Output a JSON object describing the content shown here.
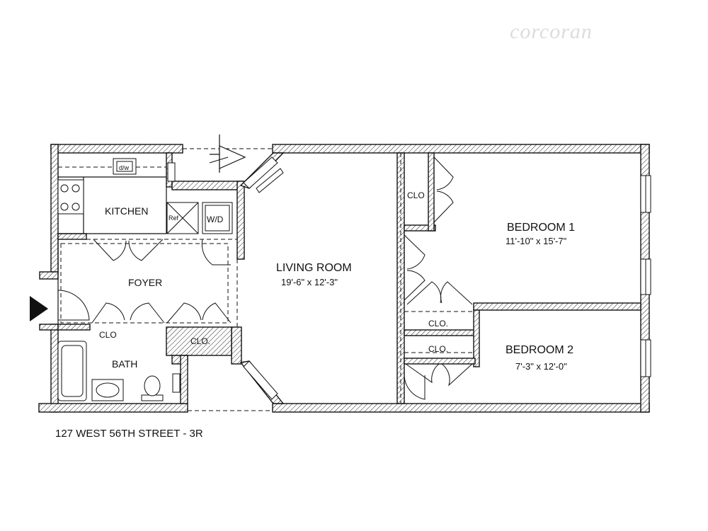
{
  "brand": {
    "name": "corcoran"
  },
  "address": "127 WEST 56TH STREET - 3R",
  "rooms": {
    "kitchen": {
      "name": "KITCHEN"
    },
    "foyer": {
      "name": "FOYER"
    },
    "living_room": {
      "name": "LIVING ROOM",
      "dimensions": "19'-6\" x 12'-3\""
    },
    "bedroom1": {
      "name": "BEDROOM 1",
      "dimensions": "11'-10\" x 15'-7\""
    },
    "bedroom2": {
      "name": "BEDROOM 2",
      "dimensions": "7'-3\" x 12'-0\""
    },
    "bath": {
      "name": "BATH"
    }
  },
  "closets": {
    "bed1": "CLO",
    "hall_upper": "CLO.",
    "hall_lower": "CLO.",
    "bath": "CLO",
    "foyer": "CLO."
  },
  "fixtures": {
    "dishwasher": "d/w",
    "refrigerator": "Ref",
    "washer_dryer": "W/D"
  },
  "icons": [
    "entry-arrow-icon",
    "north-arrow-icon"
  ],
  "colors": {
    "wall_line": "#111111",
    "watermark": "#dcdcdc",
    "background": "#ffffff"
  }
}
